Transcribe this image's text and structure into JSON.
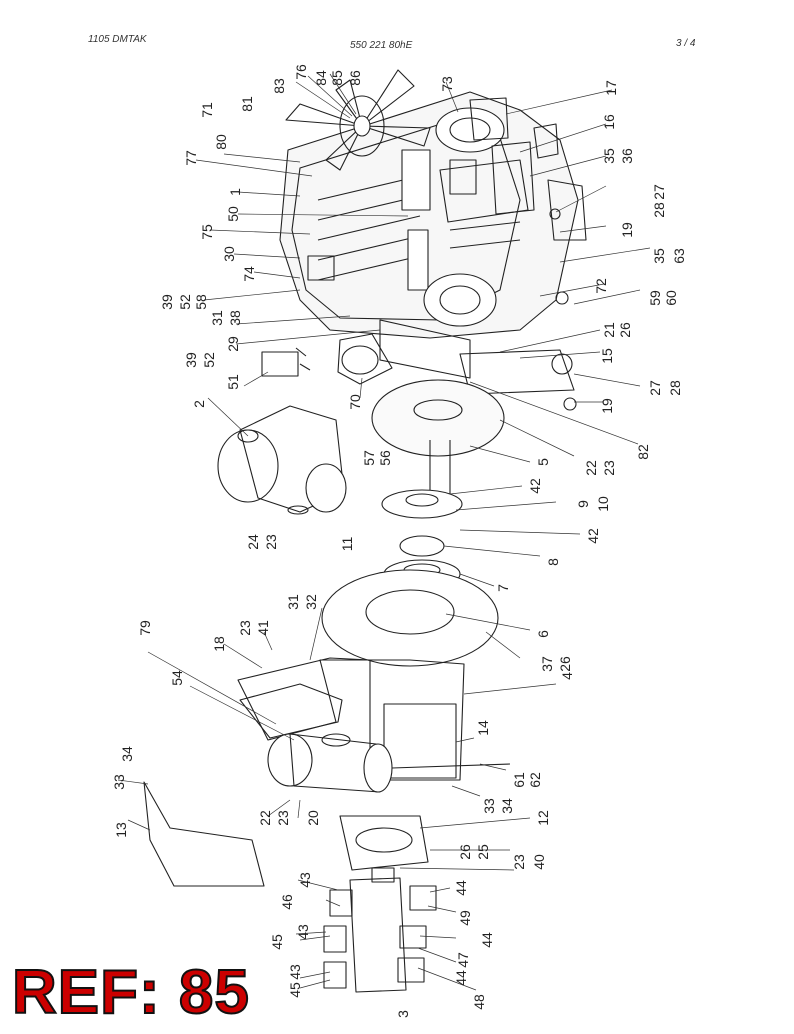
{
  "header": {
    "model": "1105   DMTAK",
    "part_number": "550 221 80hE",
    "page": "3 /   4"
  },
  "reference": "REF: 85",
  "callouts": [
    {
      "label": "71"
    },
    {
      "label": "81"
    },
    {
      "label": "83"
    },
    {
      "label": "76"
    },
    {
      "label": "84"
    },
    {
      "label": "85"
    },
    {
      "label": "86"
    },
    {
      "label": "73"
    },
    {
      "label": "17"
    },
    {
      "label": "80"
    },
    {
      "label": "16"
    },
    {
      "label": "35"
    },
    {
      "label": "36"
    },
    {
      "label": "77"
    },
    {
      "label": "1"
    },
    {
      "label": "27"
    },
    {
      "label": "28"
    },
    {
      "label": "50"
    },
    {
      "label": "75"
    },
    {
      "label": "19"
    },
    {
      "label": "30"
    },
    {
      "label": "35"
    },
    {
      "label": "63"
    },
    {
      "label": "74"
    },
    {
      "label": "39"
    },
    {
      "label": "52"
    },
    {
      "label": "58"
    },
    {
      "label": "72"
    },
    {
      "label": "59"
    },
    {
      "label": "60"
    },
    {
      "label": "31"
    },
    {
      "label": "38"
    },
    {
      "label": "29"
    },
    {
      "label": "21"
    },
    {
      "label": "26"
    },
    {
      "label": "39"
    },
    {
      "label": "52"
    },
    {
      "label": "15"
    },
    {
      "label": "51"
    },
    {
      "label": "27"
    },
    {
      "label": "28"
    },
    {
      "label": "70"
    },
    {
      "label": "19"
    },
    {
      "label": "2"
    },
    {
      "label": "82"
    },
    {
      "label": "22"
    },
    {
      "label": "23"
    },
    {
      "label": "57"
    },
    {
      "label": "56"
    },
    {
      "label": "5"
    },
    {
      "label": "42"
    },
    {
      "label": "9"
    },
    {
      "label": "10"
    },
    {
      "label": "24"
    },
    {
      "label": "23"
    },
    {
      "label": "11"
    },
    {
      "label": "42"
    },
    {
      "label": "8"
    },
    {
      "label": "7"
    },
    {
      "label": "31"
    },
    {
      "label": "32"
    },
    {
      "label": "79"
    },
    {
      "label": "23"
    },
    {
      "label": "41"
    },
    {
      "label": "18"
    },
    {
      "label": "6"
    },
    {
      "label": "37"
    },
    {
      "label": "26"
    },
    {
      "label": "54"
    },
    {
      "label": "4"
    },
    {
      "label": "14"
    },
    {
      "label": "34"
    },
    {
      "label": "33"
    },
    {
      "label": "61"
    },
    {
      "label": "62"
    },
    {
      "label": "33"
    },
    {
      "label": "34"
    },
    {
      "label": "13"
    },
    {
      "label": "22"
    },
    {
      "label": "23"
    },
    {
      "label": "20"
    },
    {
      "label": "12"
    },
    {
      "label": "26"
    },
    {
      "label": "25"
    },
    {
      "label": "23"
    },
    {
      "label": "40"
    },
    {
      "label": "43"
    },
    {
      "label": "44"
    },
    {
      "label": "46"
    },
    {
      "label": "49"
    },
    {
      "label": "43"
    },
    {
      "label": "44"
    },
    {
      "label": "45"
    },
    {
      "label": "47"
    },
    {
      "label": "43"
    },
    {
      "label": "44"
    },
    {
      "label": "45"
    },
    {
      "label": "48"
    },
    {
      "label": "3"
    }
  ]
}
